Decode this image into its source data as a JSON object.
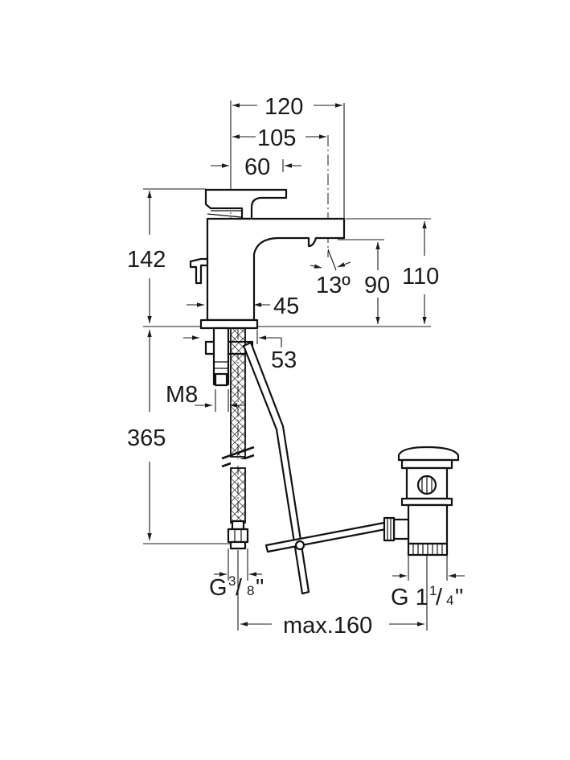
{
  "dimensions": {
    "d120": "120",
    "d105": "105",
    "d60": "60",
    "d142": "142",
    "d13": "13º",
    "d90": "90",
    "d110": "110",
    "d45": "45",
    "d53": "53",
    "m8": "M8",
    "d365": "365",
    "g38_prefix": "G",
    "g38_num": "3",
    "g38_den": "8",
    "g38_suffix": "\"",
    "g114_prefix": "G 1",
    "g114_num": "1",
    "g114_den": "4",
    "g114_suffix": "\"",
    "max160": "max.160"
  }
}
